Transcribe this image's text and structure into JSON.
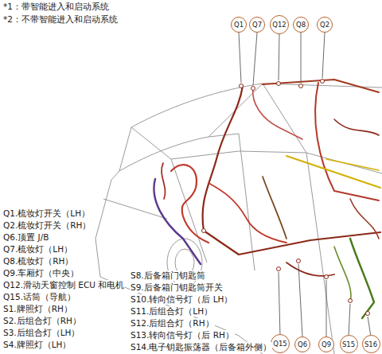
{
  "diagram": {
    "nodes": [
      {
        "text": [
          "Q1"
        ]
      },
      {
        "text": [
          "Q7"
        ]
      },
      {
        "text": [
          "Q12"
        ]
      },
      {
        "text": [
          "Q8"
        ]
      },
      {
        "text": [
          "Q2"
        ]
      },
      {
        "text": [
          "Q15"
        ]
      },
      {
        "text": [
          "Q6"
        ]
      },
      {
        "text": [
          "Q9"
        ]
      },
      {
        "text": [
          "S15"
        ]
      },
      {
        "text": [
          "S16"
        ]
      }
    ],
    "labels": [
      "*1：带智能进入和启动系统",
      "*2：不带智能进入和启动系统",
      "Q1.梳妆灯开关（LH）",
      "Q2.梳妆灯开关（RH）",
      "Q6.顶置 J/B",
      "Q7.梳妆灯（LH）",
      "Q8.梳妆灯（RH）",
      "Q9.车厢灯（中央）",
      "Q12.滑动天窗控制 ECU 和电机",
      "Q15.话筒（导航）",
      "S1.牌照灯（RH）",
      "S2.后组合灯（RH）",
      "S3.后组合灯（LH）",
      "S4.牌照灯（LH）",
      "S8.后备箱门钥匙筒",
      "S9.后备箱门钥匙筒开关",
      "S10.转向信号灯（后 LH）",
      "S11.后组合灯（LH）",
      "S12.后组合灯（RH）",
      "S13.转向信号灯（后 RH）",
      "S14.电子钥匙振荡器（后备箱外侧）"
    ]
  }
}
